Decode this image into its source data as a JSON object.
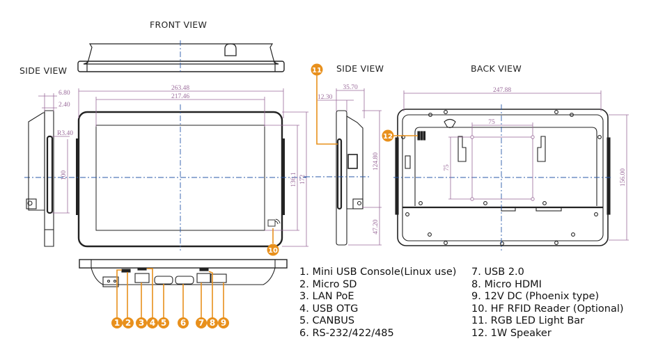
{
  "views": {
    "front": "FRONT VIEW",
    "side_left": "SIDE VIEW",
    "side_right": "SIDE VIEW",
    "back": "BACK VIEW"
  },
  "dimensions": {
    "overall_width": "263.48",
    "display_width": "217.46",
    "bezel_depth": "6.80",
    "glass_depth": "2.40",
    "corner_radius": "R3.40",
    "light_bar_length": "100",
    "display_height": "136.1",
    "overall_height": "172",
    "total_depth": "35.70",
    "front_depth": "12.30",
    "side_upper": "124.80",
    "side_lower": "47.20",
    "back_width": "247.88",
    "back_height": "156.00",
    "vesa_h": "75",
    "vesa_v": "75"
  },
  "callouts": [
    "1",
    "2",
    "3",
    "4",
    "5",
    "6",
    "7",
    "8",
    "9",
    "10",
    "11",
    "12"
  ],
  "legend": {
    "left": [
      "1. Mini USB Console(Linux use)",
      "2. Micro SD",
      "3. LAN PoE",
      "4. USB OTG",
      "5. CANBUS",
      "6. RS-232/422/485"
    ],
    "right": [
      "7. USB 2.0",
      "8. Micro HDMI",
      "9. 12V DC (Phoenix type)",
      "10. HF RFID Reader (Optional)",
      "11. RGB LED Light Bar",
      "12. 1W Speaker"
    ]
  },
  "colors": {
    "callout": "#e8901c",
    "dimension": "#9a6a9a",
    "centerline": "#2a5aa8",
    "outline": "#222222"
  }
}
